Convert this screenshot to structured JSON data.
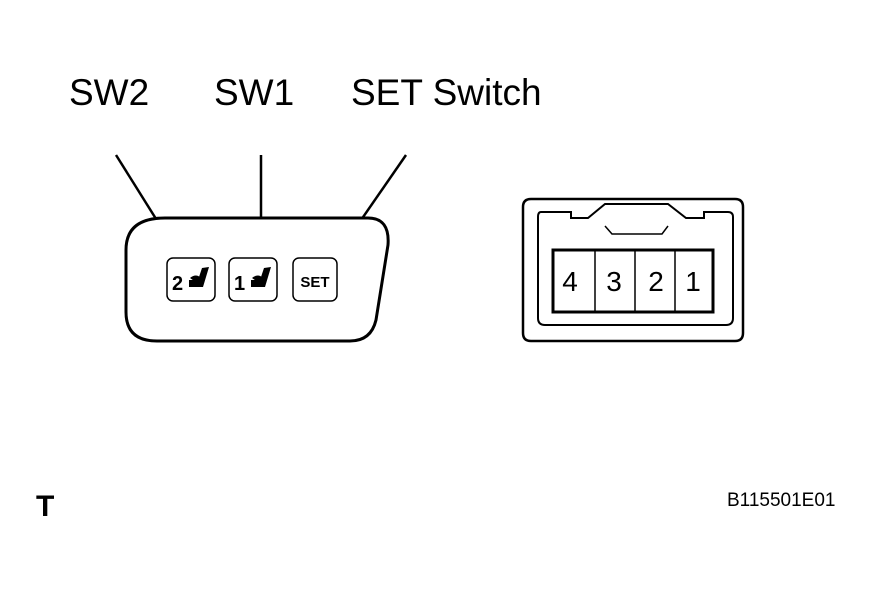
{
  "callouts": {
    "sw2": "SW2",
    "sw1": "SW1",
    "set_switch": "SET Switch"
  },
  "switch_panel": {
    "button_sw2_number": "2",
    "button_sw1_number": "1",
    "button_set_text": "SET",
    "icons": [
      "seat-icon",
      "seat-icon"
    ]
  },
  "connector": {
    "pins": [
      "4",
      "3",
      "2",
      "1"
    ]
  },
  "corner_mark": "T",
  "reference_code": "B115501E01",
  "colors": {
    "stroke": "#000000",
    "background": "#ffffff"
  }
}
